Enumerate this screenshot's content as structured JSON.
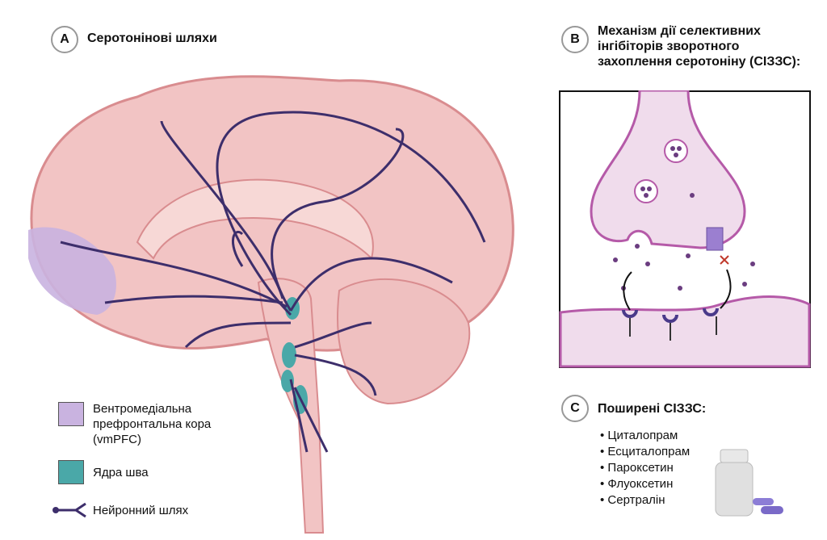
{
  "panel_a": {
    "badge": "A",
    "title": "Серотонінові шляхи"
  },
  "panel_b": {
    "badge": "B",
    "title_lines": [
      "Механізм дії селективних",
      "інгібіторів зворотного",
      "захоплення серотоніну (СІЗЗС):"
    ]
  },
  "panel_c": {
    "badge": "C",
    "title": "Поширені СІЗЗС:",
    "drugs": [
      "Циталопрам",
      "Есциталопрам",
      "Пароксетин",
      "Флуоксетин",
      "Сертралін"
    ]
  },
  "legend": {
    "vmpfc_lines": [
      "Вентромедіальна",
      "префронтальна кора",
      "(vmPFC)"
    ],
    "raphe": "Ядра шва",
    "pathway": "Нейронний шлях"
  },
  "colors": {
    "brain": "#f2c4c4",
    "brain_dark": "#d98c8f",
    "vmpfc": "#c9b3e0",
    "raphe": "#4aa8a8",
    "pathway": "#3d2e6b",
    "synapse": "#f0dcec",
    "synapse_edge": "#b55aa8"
  }
}
